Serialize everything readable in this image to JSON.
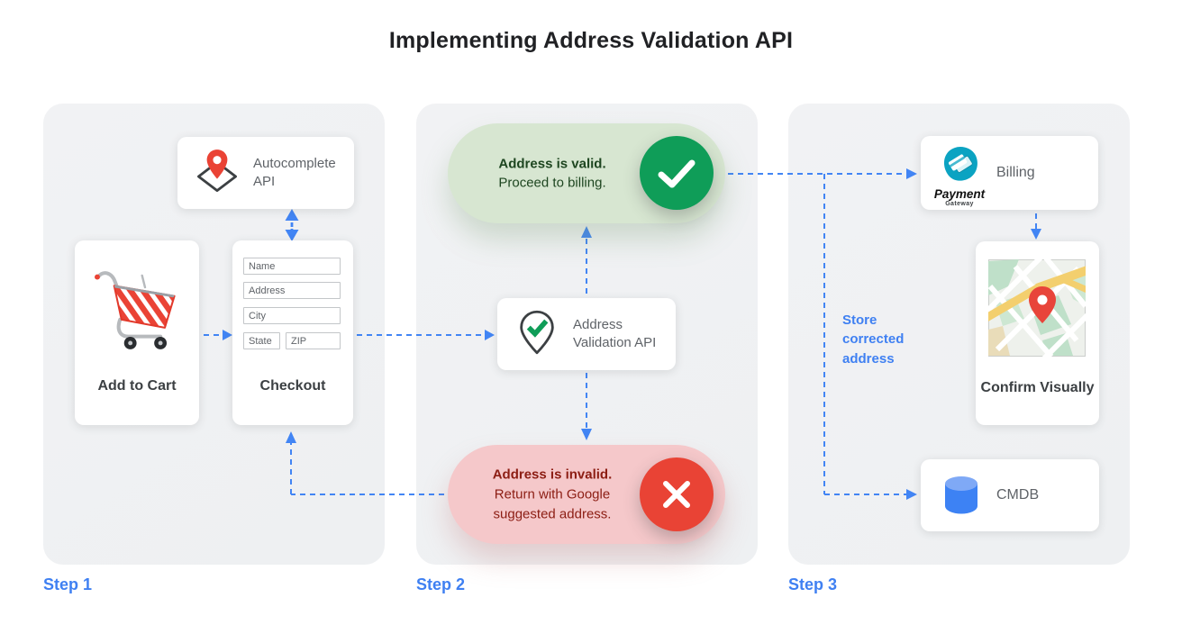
{
  "title": "Implementing Address Validation API",
  "steps": {
    "step1_label": "Step 1",
    "step2_label": "Step 2",
    "step3_label": "Step 3"
  },
  "step1": {
    "autocomplete_api": {
      "label": "Autocomplete API",
      "icon": "map-pin-diamond-icon"
    },
    "add_to_cart": {
      "label": "Add to Cart",
      "icon": "shopping-cart-icon"
    },
    "checkout": {
      "label": "Checkout",
      "fields": {
        "name": "Name",
        "address": "Address",
        "city": "City",
        "state": "State",
        "zip": "ZIP"
      }
    }
  },
  "step2": {
    "validation_api": {
      "label": "Address Validation API",
      "icon": "map-pin-check-icon"
    },
    "valid_pill": {
      "title": "Address is valid.",
      "subtitle": "Proceed to billing.",
      "icon": "check-icon"
    },
    "invalid_pill": {
      "title": "Address is invalid.",
      "subtitle": "Return with Google suggested address.",
      "icon": "x-icon"
    }
  },
  "step3": {
    "billing": {
      "label": "Billing",
      "logo_title": "Payment",
      "logo_subtitle": "Gateway",
      "icon": "payment-gateway-logo"
    },
    "confirm_visually": {
      "label": "Confirm Visually",
      "icon": "map-preview-image"
    },
    "cmdb": {
      "label": "CMDB",
      "icon": "database-cylinder-icon"
    },
    "annotation": "Store corrected address"
  },
  "colors": {
    "accent_blue": "#4285f4",
    "success_green": "#0f9d58",
    "success_bg": "#d7e6d1",
    "success_text": "#1e4620",
    "error_red": "#e94335",
    "error_bg": "#f5c8ca",
    "error_text": "#8c1d13",
    "panel_bg": "#f0f1f3"
  }
}
